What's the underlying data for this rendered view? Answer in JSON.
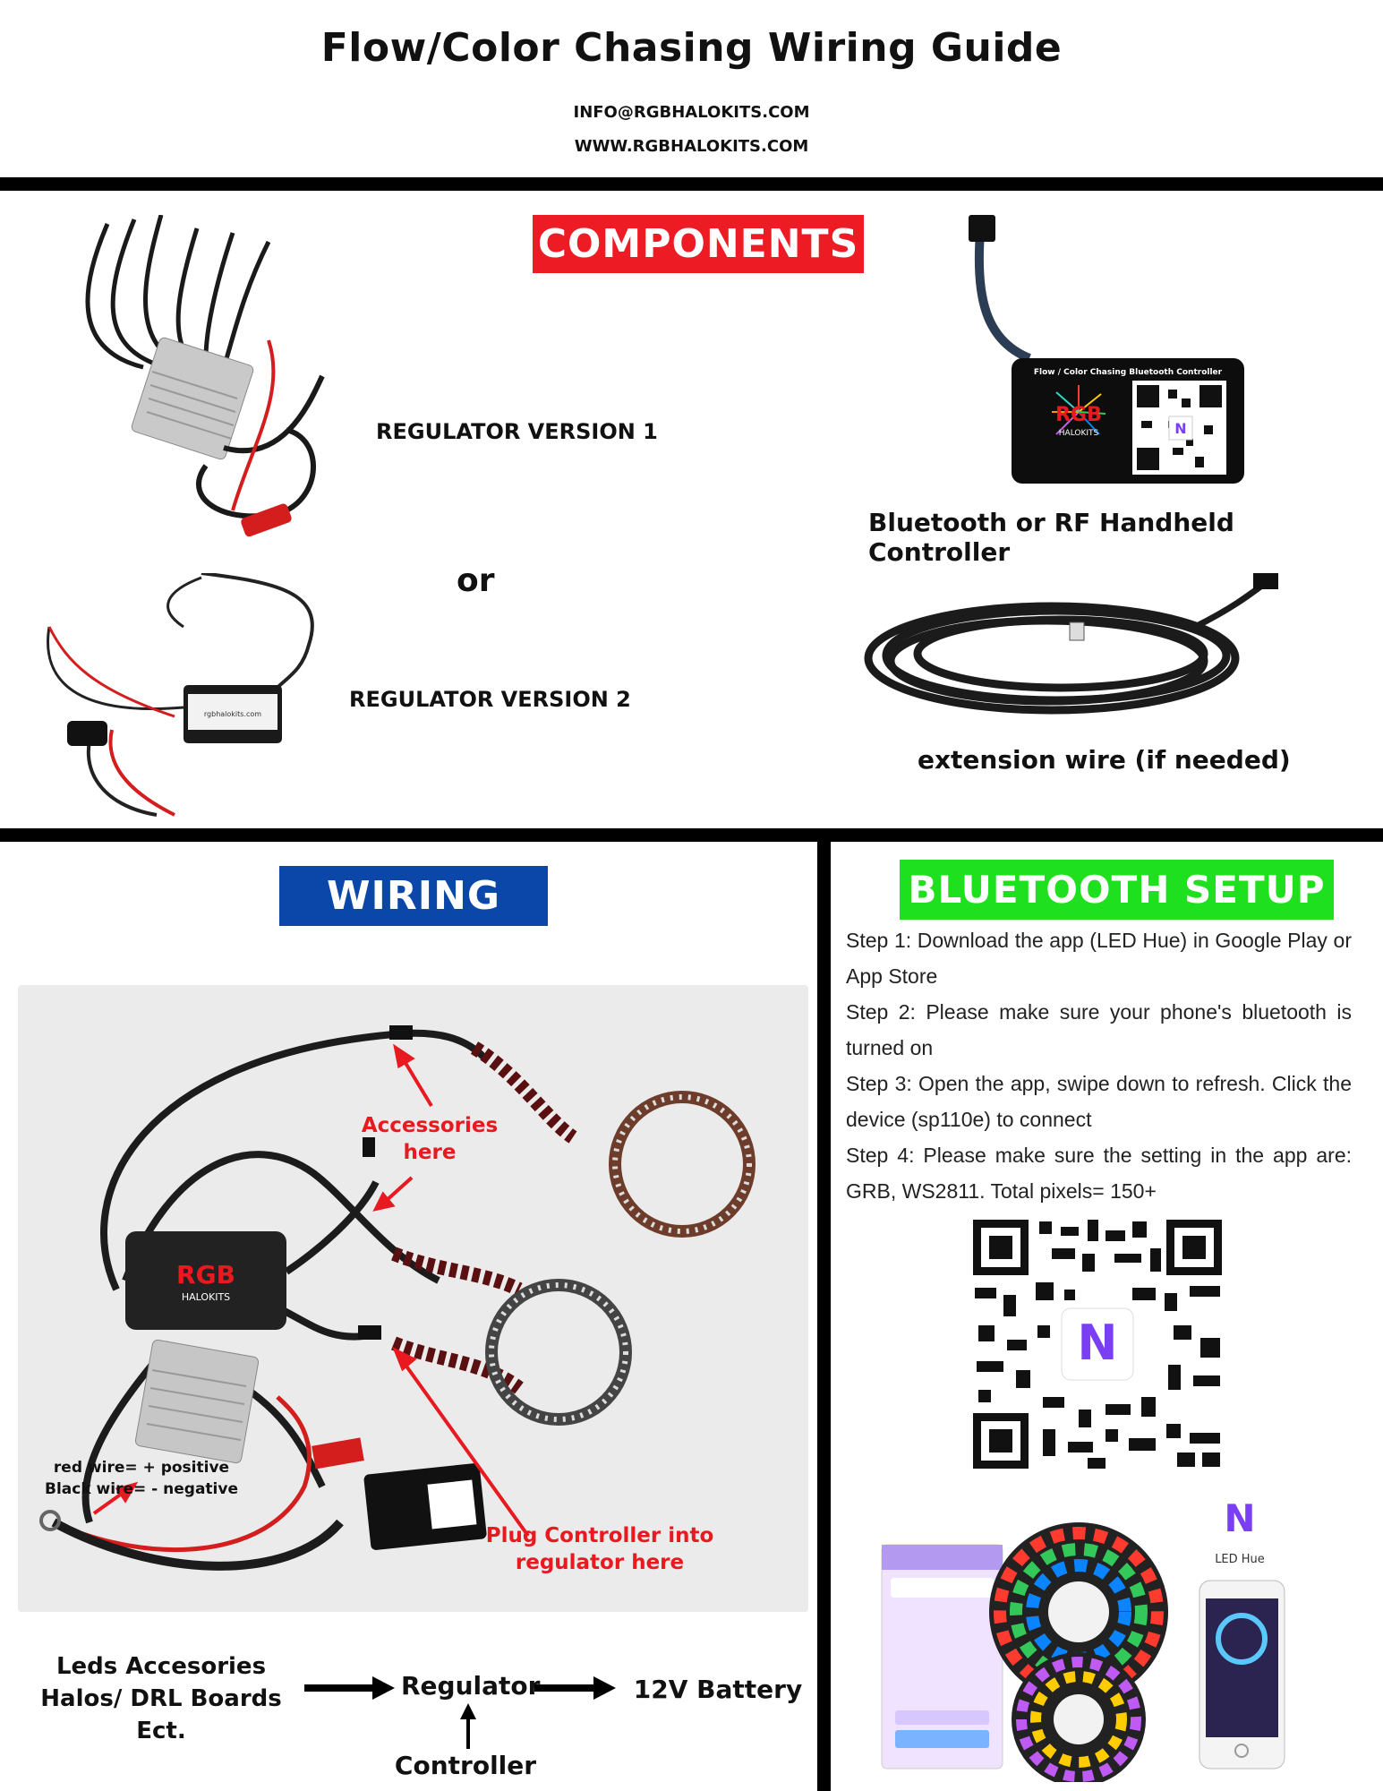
{
  "header": {
    "title": "Flow/Color Chasing Wiring Guide",
    "email": "INFO@RGBHALOKITS.COM",
    "website": "WWW.RGBHALOKITS.COM"
  },
  "components": {
    "heading": "COMPONENTS",
    "regulator_v1": "REGULATOR VERSION 1",
    "or": "or",
    "regulator_v2": "REGULATOR VERSION 2",
    "controller": "Bluetooth or RF Handheld  Controller",
    "controller_box_title": "Flow / Color Chasing Bluetooth Controller",
    "extension": "extension wire (if needed)"
  },
  "wiring": {
    "heading": "WIRING",
    "accessories_note": "Accessories here",
    "plug_note_line1": "Plug Controller into",
    "plug_note_line2": "regulator here",
    "wire_note_red": "red wire= + positive",
    "wire_note_black": "Black wire= - negative",
    "flow": {
      "leds_line1": "Leds Accesories",
      "leds_line2": "Halos/ DRL Boards Ect.",
      "regulator": "Regulator",
      "battery": "12V Battery",
      "controller": "Controller"
    }
  },
  "bluetooth": {
    "heading": "BLUETOOTH SETUP",
    "steps": [
      "Step 1: Download the app (LED Hue) in Google Play or App Store",
      "Step 2: Please make sure your phone's bluetooth is turned on",
      "Step 3: Open the app, swipe down to refresh. Click the device (sp110e) to connect",
      "Step 4: Please make sure the setting in the app are: GRB, WS2811. Total pixels= 150+"
    ],
    "app_name": "LED Hue"
  },
  "colors": {
    "components_tag": "#ed1c24",
    "wiring_tag": "#0a47a8",
    "bluetooth_tag": "#1fe01f",
    "annotation_red": "#e8191f"
  }
}
